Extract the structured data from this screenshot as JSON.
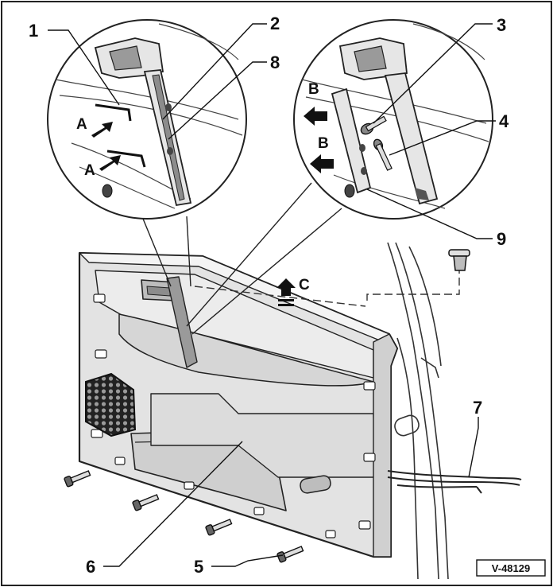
{
  "figure": {
    "reference": "V-48129",
    "callouts": {
      "c1": "1",
      "c2": "2",
      "c3": "3",
      "c4": "4",
      "c5": "5",
      "c6": "6",
      "c7": "7",
      "c8": "8",
      "c9": "9"
    },
    "letters": {
      "a_upper": "A",
      "a_lower": "A",
      "b_upper": "B",
      "b_lower": "B",
      "c": "C"
    }
  }
}
